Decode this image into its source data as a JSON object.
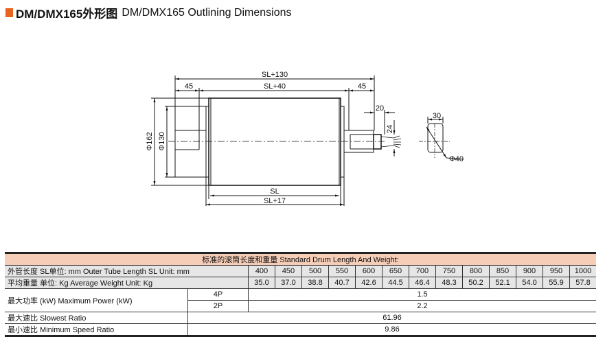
{
  "title": {
    "cn": "DM/DMX165外形图",
    "en": "DM/DMX165 Outlining Dimensions"
  },
  "drawing": {
    "sl130": "SL+130",
    "sl40": "SL+40",
    "d45l": "45",
    "d45r": "45",
    "d20": "20",
    "d24": "24",
    "d30": "30",
    "phi40": "Φ40",
    "phi162": "Φ162",
    "phi130": "Φ130",
    "sl": "SL",
    "sl17": "SL+17"
  },
  "table": {
    "header": "标准的滚筒长度和重量 Standard Drum Length And Weight:",
    "length_label": "外管长度  SL单位: mm  Outer Tube Length   SL Unit: mm",
    "lengths": [
      "400",
      "450",
      "500",
      "550",
      "600",
      "650",
      "700",
      "750",
      "800",
      "850",
      "900",
      "950",
      "1000"
    ],
    "weight_label": "平均重量  单位: Kg  Average Weight  Unit: Kg",
    "weights": [
      "35.0",
      "37.0",
      "38.8",
      "40.7",
      "42.6",
      "44.5",
      "46.4",
      "48.3",
      "50.2",
      "52.1",
      "54.0",
      "55.9",
      "57.8"
    ],
    "power_label": "最大功率 (kW) Maximum Power (kW)",
    "p4_label": "4P",
    "p4_value": "1.5",
    "p2_label": "2P",
    "p2_value": "2.2",
    "slowest_label": "最大速比 Slowest Ratio",
    "slowest_value": "61.96",
    "min_label": "最小速比 Minimum Speed Ratio",
    "min_value": "9.86"
  }
}
